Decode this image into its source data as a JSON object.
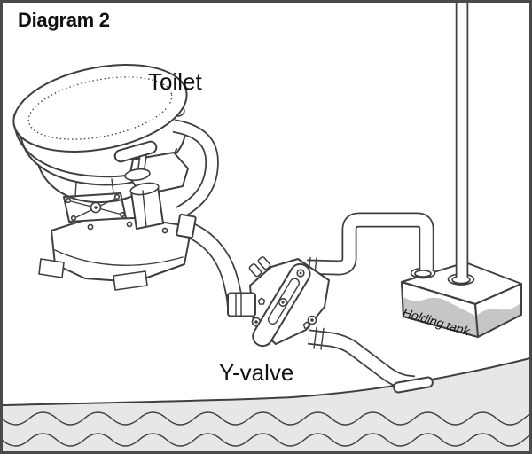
{
  "title": "Diagram 2",
  "labels": {
    "toilet": "Toilet",
    "y_valve": "Y-valve",
    "holding_tank": "Holding tank"
  },
  "colors": {
    "line": "#3f3f3f",
    "frame": "#4a4a4a",
    "water": "#e7e7e7",
    "tank_liquid": "#c6c6c9",
    "text": "#111111",
    "background": "#ffffff"
  }
}
